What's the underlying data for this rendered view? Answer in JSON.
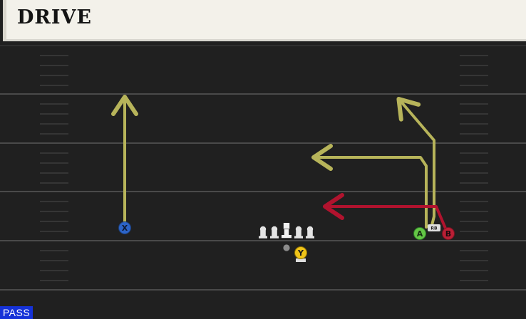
{
  "play": {
    "title": "DRIVE",
    "type_badge": "PASS"
  },
  "colors": {
    "header_bg": "#f3f1ea",
    "field_bg": "#202020",
    "route_primary": "#b7b45a",
    "route_hot": "#b1132e",
    "badge_bg": "#1532d8"
  },
  "players": {
    "x_label": "X",
    "y_label": "Y",
    "a_label": "A",
    "b_label": "B",
    "rb_label": "RB"
  }
}
